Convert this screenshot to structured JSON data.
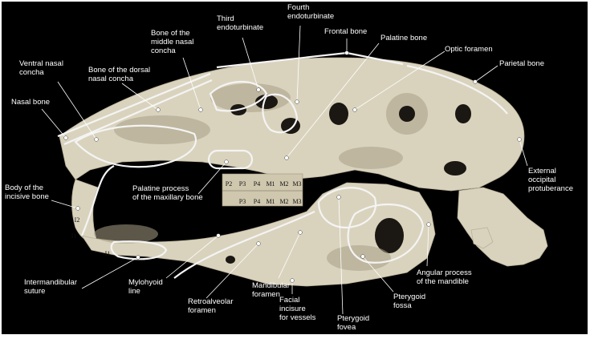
{
  "labels": {
    "third_endoturbinate": [
      "Third",
      "endoturbinate"
    ],
    "fourth_endoturbinate": [
      "Fourth",
      "endoturbinate"
    ],
    "frontal_bone": [
      "Frontal bone"
    ],
    "palatine_bone": [
      "Palatine bone"
    ],
    "optic_foramen": [
      "Optic foramen"
    ],
    "parietal_bone": [
      "Parietal bone"
    ],
    "middle_nasal_concha": [
      "Bone of the",
      "middle nasal",
      "concha"
    ],
    "dorsal_nasal_concha": [
      "Bone of the dorsal",
      "nasal concha"
    ],
    "ventral_nasal_concha": [
      "Ventral nasal",
      "concha"
    ],
    "nasal_bone": [
      "Nasal bone"
    ],
    "incisive_bone": [
      "Body of the",
      "incisive bone"
    ],
    "palatine_process": [
      "Palatine process",
      "of the maxillary bone"
    ],
    "external_occipital": [
      "External",
      "occipital",
      "protuberance"
    ],
    "intermandibular_suture": [
      "Intermandibular",
      "suture"
    ],
    "mylohyoid_line": [
      "Mylohyoid",
      "line"
    ],
    "retroalveolar_foramen": [
      "Retroalveolar",
      "foramen"
    ],
    "mandibular_foramen": [
      "Mandibular",
      "foramen"
    ],
    "facial_incisure": [
      "Facial",
      "incisure",
      "for vessels"
    ],
    "pterygoid_fovea": [
      "Pterygoid",
      "fovea"
    ],
    "pterygoid_fossa": [
      "Pterygoid",
      "fossa"
    ],
    "angular_process": [
      "Angular process",
      "of the mandible"
    ]
  },
  "teeth": {
    "upper": [
      "P2",
      "P3",
      "P4",
      "M1",
      "M2",
      "M3"
    ],
    "lower": [
      "P3",
      "P4",
      "M1",
      "M2",
      "M3"
    ],
    "incisors": [
      "I2",
      "I1",
      "I1"
    ]
  },
  "colors": {
    "background": "#000000",
    "bone": "#d9d3be",
    "label_text": "#ffffff",
    "outline": "#f4f4f4"
  }
}
